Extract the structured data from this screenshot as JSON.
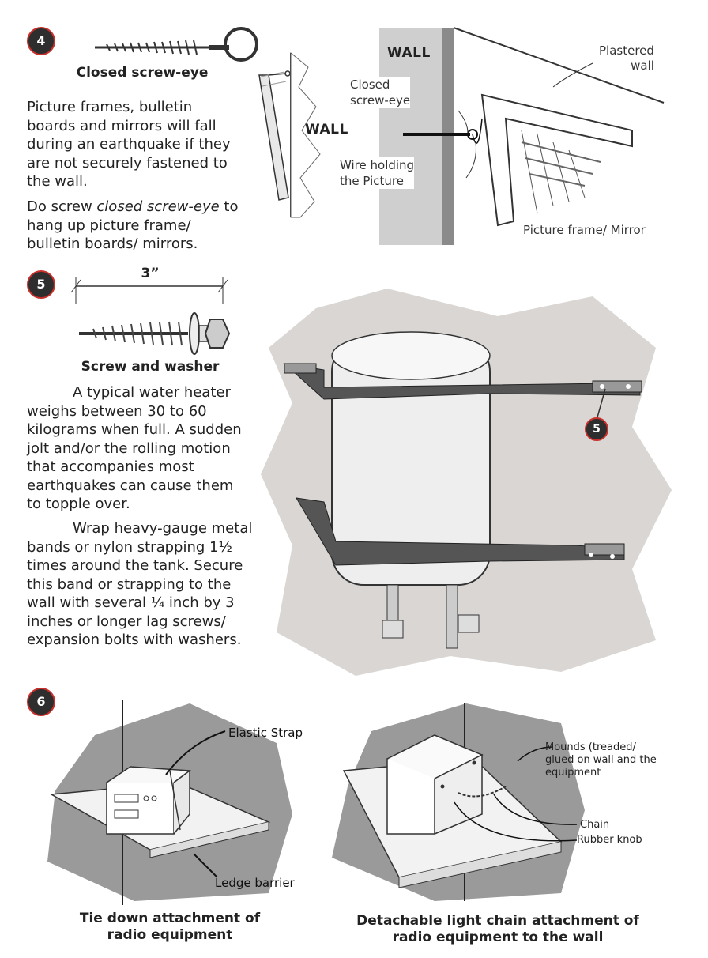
{
  "section4": {
    "number": "4",
    "screw_caption": "Closed screw-eye",
    "para1": "Picture frames, bulletin boards and mirrors will fall during an earthquake if they are not securely fastened to the wall.",
    "para2_pre": "Do screw ",
    "para2_em": "closed screw-eye",
    "para2_post": " to hang up picture frame/ bulletin boards/ mirrors.",
    "wall_label_small": "WALL",
    "wall_label_large": "WALL",
    "plastered_wall": "Plastered\nwall",
    "closed_screw_eye_label": "Closed\nscrew-eye",
    "wire_label": "Wire holding\nthe Picture",
    "frame_label": "Picture frame/ Mirror"
  },
  "section5": {
    "number": "5",
    "dimension": "3”",
    "caption": "Screw and washer",
    "para1": "A typical water heater weighs between 30 to 60 kilograms when full. A sudden jolt and/or the rolling motion that accompanies most earthquakes can cause them to topple over.",
    "para2": "Wrap heavy-gauge metal bands or nylon strapping 1½ times around the tank. Secure this band or strapping to the wall with several ¼ inch by 3 inches or longer lag screws/ expansion bolts with washers.",
    "callout": "5"
  },
  "section6": {
    "number": "6",
    "elastic_strap": "Elastic Strap",
    "ledge_barrier": "Ledge barrier",
    "left_caption": "Tie down attachment of\nradio equipment",
    "mounds": "Mounds (treaded/\nglued on wall and the\nequipment",
    "chain": "Chain",
    "rubber_knob": "Rubber knob",
    "right_caption": "Detachable light chain attachment of\nradio equipment to the wall"
  },
  "colors": {
    "badge_fill": "#2e2e2e",
    "badge_ring": "#c9302c",
    "wall_grey": "#9a9a9a",
    "blob_grey": "#d9d6d4"
  }
}
